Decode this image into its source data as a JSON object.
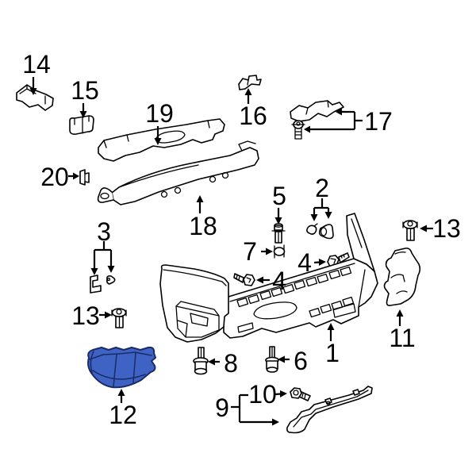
{
  "diagram": {
    "kind": "exploded-parts-diagram",
    "background_color": "#ffffff",
    "line_color": "#000000",
    "label_color": "#000000",
    "highlight": {
      "part_number": "12",
      "fill": "#3e63c5",
      "stroke": "#1a2b66"
    },
    "callouts": {
      "c1": {
        "label": "1"
      },
      "c2": {
        "label": "2"
      },
      "c3": {
        "label": "3"
      },
      "c4a": {
        "label": "4"
      },
      "c4b": {
        "label": "4"
      },
      "c5": {
        "label": "5"
      },
      "c6": {
        "label": "6"
      },
      "c7": {
        "label": "7"
      },
      "c8": {
        "label": "8"
      },
      "c9": {
        "label": "9"
      },
      "c10": {
        "label": "10"
      },
      "c11": {
        "label": "11"
      },
      "c12": {
        "label": "12"
      },
      "c13_left": {
        "label": "13"
      },
      "c13_right": {
        "label": "13"
      },
      "c14": {
        "label": "14"
      },
      "c15": {
        "label": "15"
      },
      "c16": {
        "label": "16"
      },
      "c17": {
        "label": "17"
      },
      "c18": {
        "label": "18"
      },
      "c19": {
        "label": "19"
      },
      "c20": {
        "label": "20"
      }
    }
  }
}
